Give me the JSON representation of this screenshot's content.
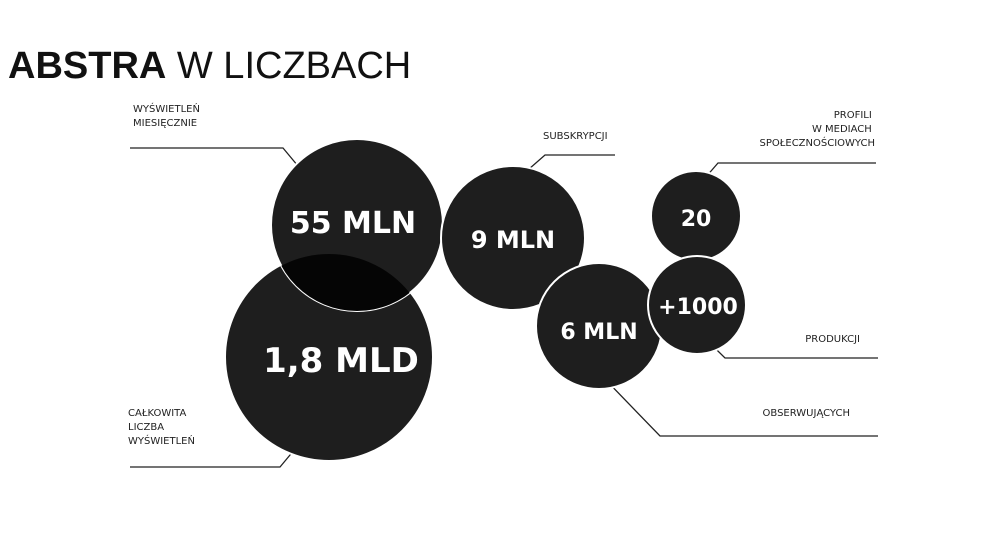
{
  "title": {
    "bold": "ABSTRA",
    "light": " W LICZBACH"
  },
  "colors": {
    "bubble": "#1e1e1e",
    "overlap": "#050505",
    "text_on_bubble": "#ffffff",
    "line": "#222222"
  },
  "stats": [
    {
      "id": "monthly-views",
      "value": "55 MLN",
      "caption": [
        "WYŚWIETLEŃ",
        "MIESIĘCZNIE"
      ]
    },
    {
      "id": "total-views",
      "value": "1,8 MLD",
      "caption": [
        "CAŁKOWITA",
        "LICZBA",
        "WYŚWIETLEŃ"
      ]
    },
    {
      "id": "subscriptions",
      "value": "9 MLN",
      "caption": [
        "SUBSKRYPCJI"
      ]
    },
    {
      "id": "followers",
      "value": "6 MLN",
      "caption": [
        "OBSERWUJĄCYCH"
      ]
    },
    {
      "id": "social-profiles",
      "value": "20",
      "caption": [
        "PROFILI",
        "W MEDIACH",
        "SPOŁECZNOŚCIOWYCH"
      ]
    },
    {
      "id": "productions",
      "value": "+1000",
      "caption": [
        "PRODUKCJI"
      ]
    }
  ]
}
